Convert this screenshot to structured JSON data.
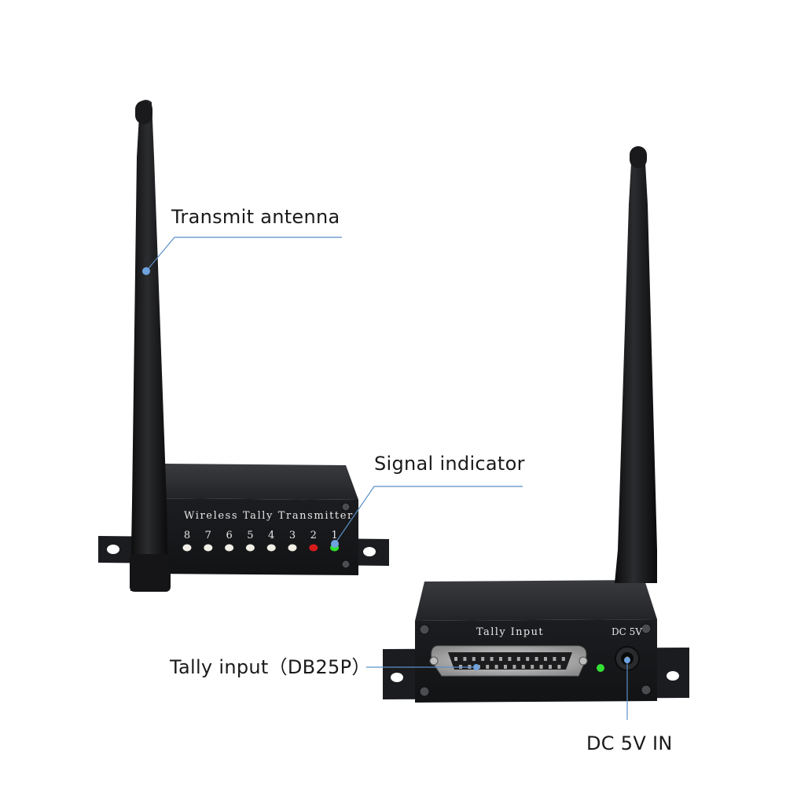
{
  "callouts": {
    "transmit_antenna": "Transmit antenna",
    "signal_indicator": "Signal indicator",
    "tally_input": "Tally input（DB25P）",
    "dc_in": "DC 5V IN"
  },
  "transmitter": {
    "panel_label": "Wireless Tally Transmitter",
    "channels": [
      "8",
      "7",
      "6",
      "5",
      "4",
      "3",
      "2",
      "1"
    ],
    "led_colors": [
      "#f1efe6",
      "#f1efe6",
      "#f1efe6",
      "#f1efe6",
      "#f1efe6",
      "#f1efe6",
      "#d81b1b",
      "#2ee02e"
    ]
  },
  "receiver": {
    "input_label": "Tally Input",
    "power_label": "DC 5V",
    "status_led_color": "#34e034"
  },
  "colors": {
    "callout_line": "#5b8fc7",
    "callout_dot": "#6fa3df",
    "device_body": "#1e1f22"
  }
}
